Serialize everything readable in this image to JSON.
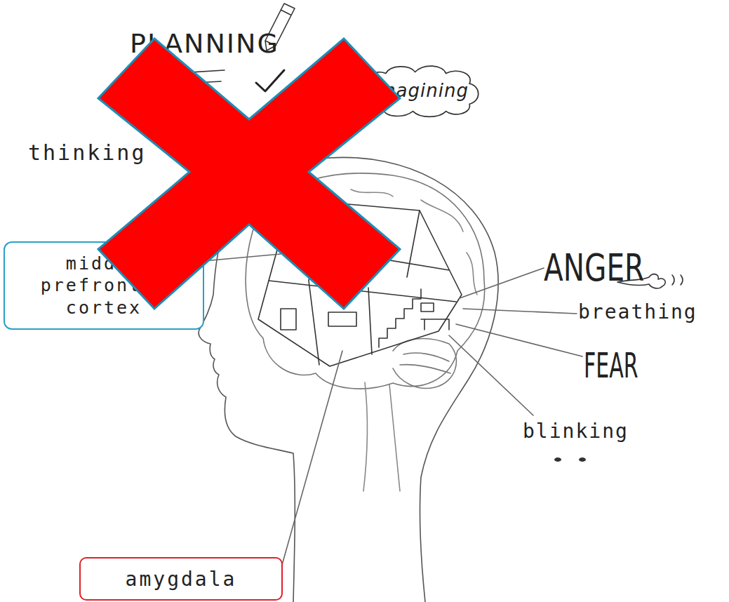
{
  "diagram": {
    "nodes": [
      {
        "text": [
          "imagining"
        ]
      },
      {
        "text": [
          "middle prefrontal cortex"
        ]
      },
      {
        "text": [
          "amygdala"
        ]
      }
    ],
    "labels": [
      "PLANNING",
      "thinking",
      "ANGER",
      "breathing",
      "FEAR",
      "blinking"
    ]
  }
}
